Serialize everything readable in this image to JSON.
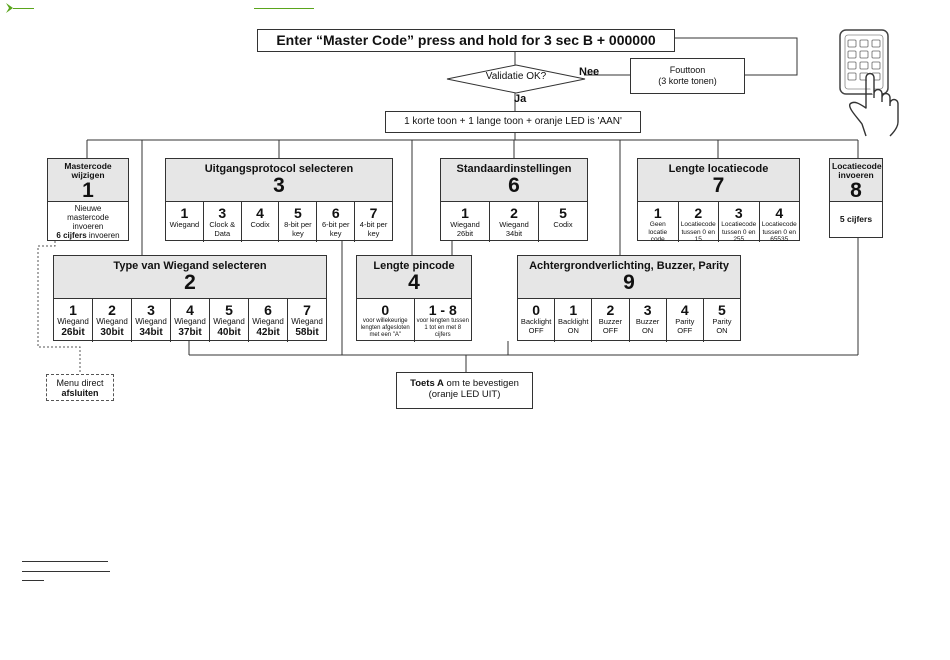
{
  "master_code_box": "Enter “Master Code” press and hold for 3 sec B + 000000",
  "decision": {
    "label": "Validatie OK?",
    "no": "Nee",
    "yes": "Ja"
  },
  "error_box": {
    "line1": "Fouttoon",
    "line2": "(3 korte tonen)"
  },
  "confirm_box": "1 korte toon + 1 lange toon + oranje LED is 'AAN'",
  "menu1": {
    "title": "Mastercode wijzigen",
    "number": "1",
    "body1": "Nieuwe",
    "body2": "mastercode",
    "body3": "invoeren",
    "body4_bold": "6 cijfers",
    "body4_rest": " invoeren"
  },
  "menu3": {
    "title": "Uitgangsprotocol selecteren",
    "number": "3",
    "options": [
      {
        "n": "1",
        "l": "Wiegand"
      },
      {
        "n": "3",
        "l": "Clock & Data"
      },
      {
        "n": "4",
        "l": "Codix"
      },
      {
        "n": "5",
        "l": "8-bit per key"
      },
      {
        "n": "6",
        "l": "6-bit per key"
      },
      {
        "n": "7",
        "l": "4-bit per key"
      }
    ]
  },
  "menu6": {
    "title": "Standaardinstellingen",
    "number": "6",
    "options": [
      {
        "n": "1",
        "l": "Wiegand 26bit"
      },
      {
        "n": "2",
        "l": "Wiegand 34bit"
      },
      {
        "n": "5",
        "l": "Codix"
      }
    ]
  },
  "menu7": {
    "title": "Lengte locatiecode",
    "number": "7",
    "options": [
      {
        "n": "1",
        "l": "Geen locatie code"
      },
      {
        "n": "2",
        "l": "Locatiecode tussen 0 en 15"
      },
      {
        "n": "3",
        "l": "Locatiecode tussen 0 en 255"
      },
      {
        "n": "4",
        "l": "Locatiecode tussen 0 en 65535"
      }
    ]
  },
  "menu8": {
    "title": "Locatiecode invoeren",
    "number": "8",
    "body": "5 cijfers"
  },
  "menu2": {
    "title": "Type van Wiegand selecteren",
    "number": "2",
    "options": [
      {
        "n": "1",
        "l": "Wiegand",
        "b": "26bit"
      },
      {
        "n": "2",
        "l": "Wiegand",
        "b": "30bit"
      },
      {
        "n": "3",
        "l": "Wiegand",
        "b": "34bit"
      },
      {
        "n": "4",
        "l": "Wiegand",
        "b": "37bit"
      },
      {
        "n": "5",
        "l": "Wiegand",
        "b": "40bit"
      },
      {
        "n": "6",
        "l": "Wiegand",
        "b": "42bit"
      },
      {
        "n": "7",
        "l": "Wiegand",
        "b": "58bit"
      }
    ]
  },
  "menu4": {
    "title": "Lengte pincode",
    "number": "4",
    "options": [
      {
        "n": "0",
        "l": "voor willekeurige lengten afgesloten met een \"A\""
      },
      {
        "n": "1 - 8",
        "l": "voor lengten tussen 1 tot en met 8 cijfers"
      }
    ]
  },
  "menu9": {
    "title": "Achtergrondverlichting, Buzzer, Parity",
    "number": "9",
    "options": [
      {
        "n": "0",
        "l": "Backlight OFF"
      },
      {
        "n": "1",
        "l": "Backlight ON"
      },
      {
        "n": "2",
        "l": "Buzzer OFF"
      },
      {
        "n": "3",
        "l": "Buzzer ON"
      },
      {
        "n": "4",
        "l": "Parity OFF"
      },
      {
        "n": "5",
        "l": "Parity ON"
      }
    ]
  },
  "exit_box": {
    "line1": "Menu direct",
    "line2": "afsluiten"
  },
  "final_box": {
    "line1_bold": "Toets A",
    "line1_rest": " om te bevestigen",
    "line2": "(oranje LED UIT)"
  },
  "colors": {
    "accent_arrow": "#5aa51c",
    "header_fill": "#e6e6e6",
    "line": "#333333"
  },
  "icons": {
    "top_left": "chevron-right-icon",
    "keypad": "keypad-hand-icon"
  }
}
